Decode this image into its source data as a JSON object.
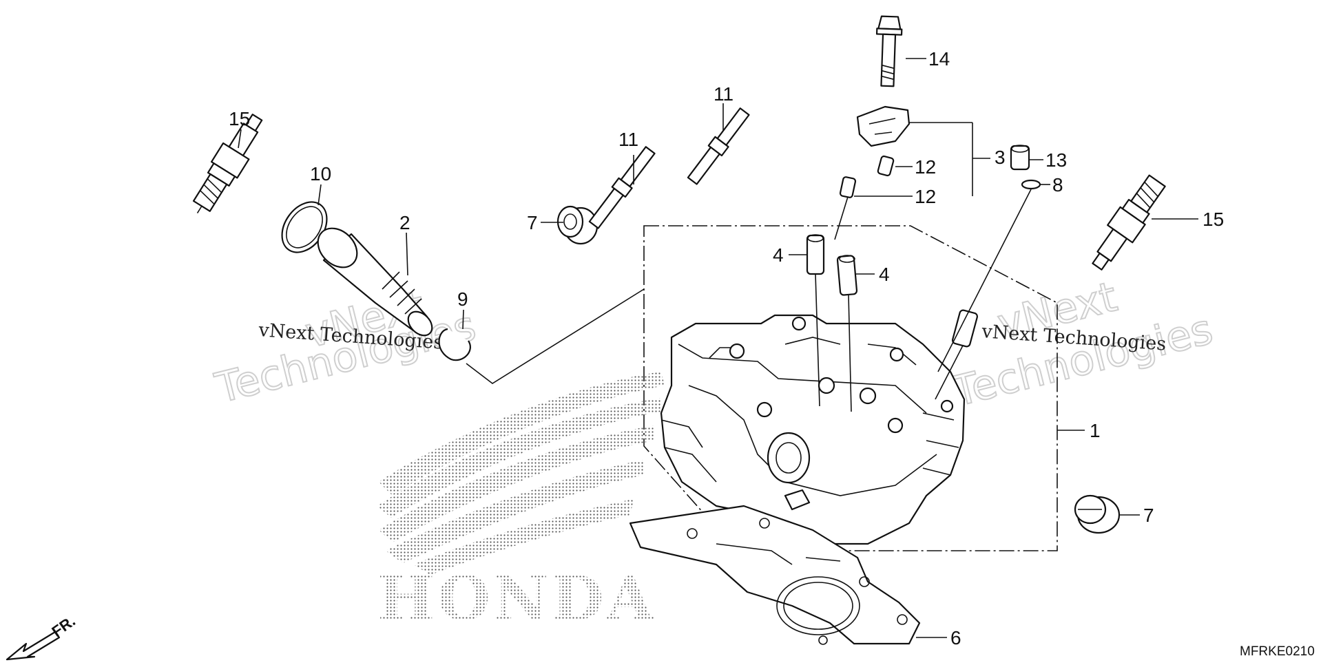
{
  "callouts": {
    "c1": "1",
    "c2": "2",
    "c3": "3",
    "c4a": "4",
    "c4b": "4",
    "c6": "6",
    "c7a": "7",
    "c7b": "7",
    "c8": "8",
    "c9": "9",
    "c10": "10",
    "c11a": "11",
    "c11b": "11",
    "c12a": "12",
    "c12b": "12",
    "c13": "13",
    "c14": "14",
    "c15a": "15",
    "c15b": "15"
  },
  "diagram_code": "MFRKE0210",
  "front_label": "FR.",
  "watermark": {
    "line1": "vNext Technologies",
    "line2_outline_a": "vNext",
    "line2_outline_b": "Technologies"
  },
  "brand_mark": "HONDA",
  "colors": {
    "ink": "#111111",
    "background": "#ffffff",
    "watermark": "#cfcfcf",
    "logo_dots": "#555555"
  }
}
